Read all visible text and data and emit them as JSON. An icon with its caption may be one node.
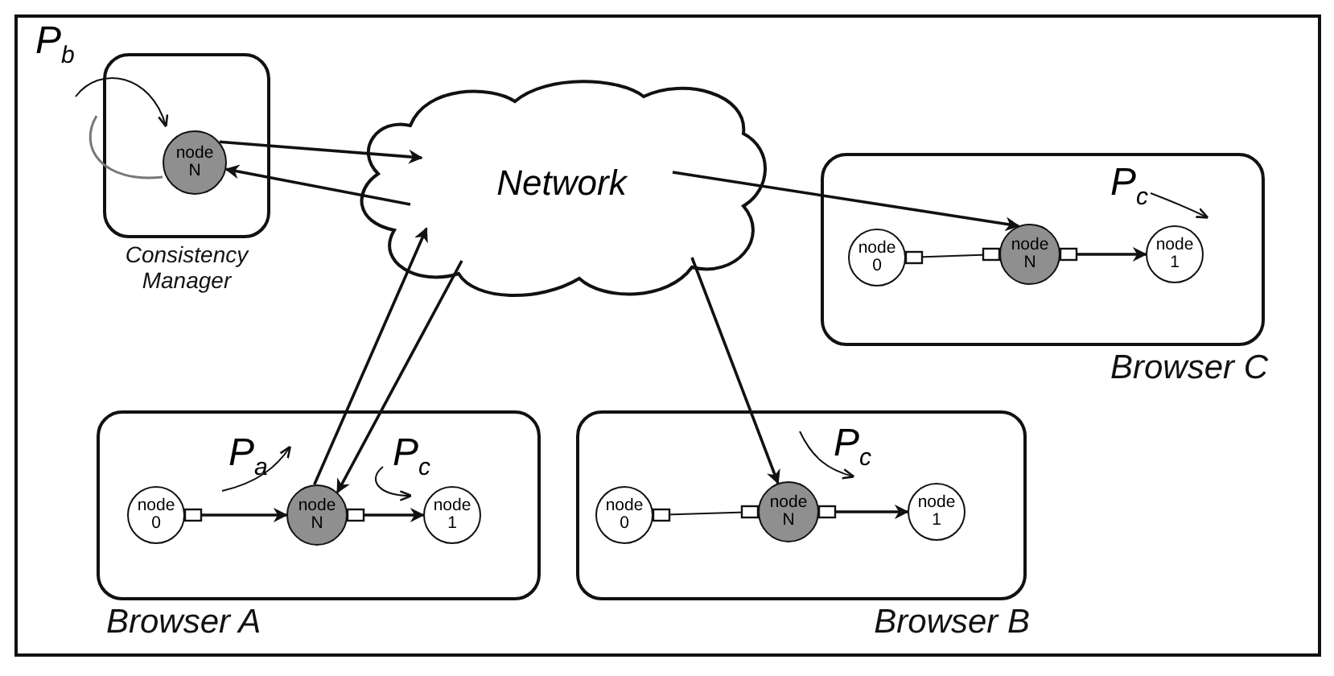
{
  "diagram": {
    "nodes": [
      {
        "text": [
          "Consistency Manager"
        ]
      },
      {
        "text": [
          "node N"
        ],
        "in": 0
      },
      {
        "text": [
          "Network"
        ]
      },
      {
        "text": [
          "Browser C"
        ]
      },
      {
        "text": [
          "node 0"
        ],
        "in": 3
      },
      {
        "text": [
          "node N"
        ],
        "in": 3
      },
      {
        "text": [
          "node 1"
        ],
        "in": 3
      },
      {
        "text": [
          "Browser A"
        ]
      },
      {
        "text": [
          "node 0"
        ],
        "in": 7
      },
      {
        "text": [
          "node N"
        ],
        "in": 7
      },
      {
        "text": [
          "node 1"
        ],
        "in": 7
      },
      {
        "text": [
          "Browser B"
        ]
      },
      {
        "text": [
          "node 0"
        ],
        "in": 11
      },
      {
        "text": [
          "node N"
        ],
        "in": 11
      },
      {
        "text": [
          "node 1"
        ],
        "in": 11
      }
    ],
    "edges": [
      {
        "from": 1,
        "to": 2,
        "arrow": "to"
      },
      {
        "from": 2,
        "to": 1,
        "arrow": "to"
      },
      {
        "from": 2,
        "to": 5,
        "arrow": "to"
      },
      {
        "from": 9,
        "to": 2,
        "arrow": "to"
      },
      {
        "from": 2,
        "to": 9,
        "arrow": "to"
      },
      {
        "from": 2,
        "to": 13,
        "arrow": "to"
      },
      {
        "from": 4,
        "to": 5,
        "arrow": "other"
      },
      {
        "from": 5,
        "to": 6,
        "arrow": "to"
      },
      {
        "from": 8,
        "to": 9,
        "arrow": "to"
      },
      {
        "from": 9,
        "to": 10,
        "arrow": "to"
      },
      {
        "from": 12,
        "to": 13,
        "arrow": "other"
      },
      {
        "from": 13,
        "to": 14,
        "arrow": "to"
      }
    ],
    "labels": [
      "P$_{b}$",
      "P$_{c}$",
      "P$_{a}$",
      "P$_{c}$",
      "P$_{c}$"
    ]
  }
}
